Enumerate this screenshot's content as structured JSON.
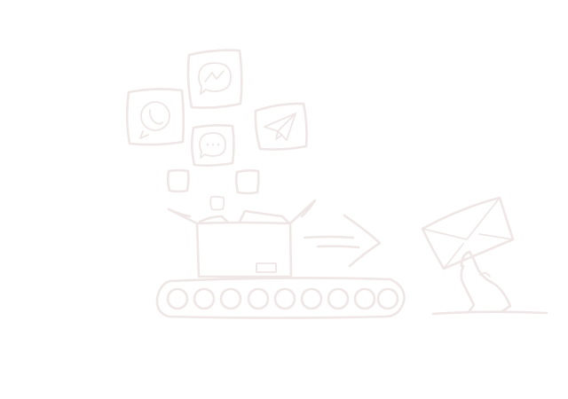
{
  "colors": {
    "background": "#ffffff",
    "line": "#efe6e6"
  },
  "illustration": {
    "icons": [
      "whatsapp-icon",
      "messenger-icon",
      "chat-bubble-icon",
      "telegram-icon"
    ],
    "elements": [
      "open-box",
      "conveyor-belt",
      "arrow-right",
      "hand-holding-envelope"
    ]
  }
}
